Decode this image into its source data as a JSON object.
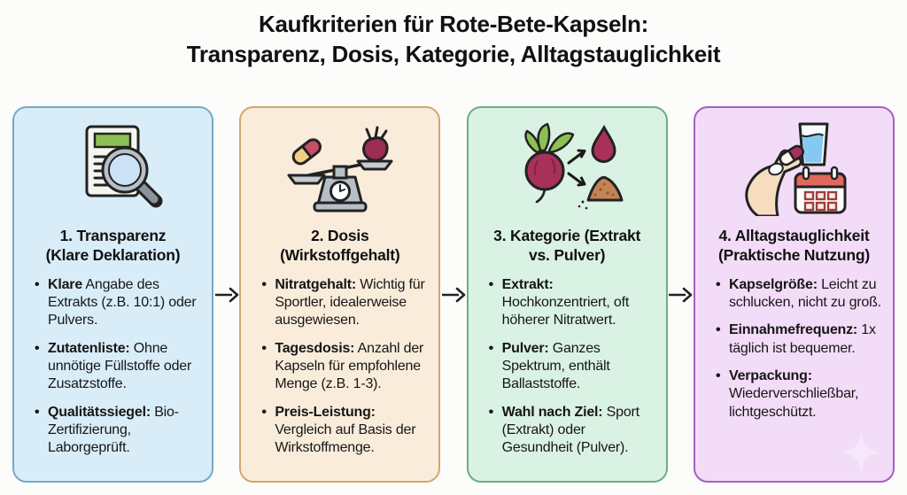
{
  "page": {
    "background": "#fcfcfa",
    "arrow_color": "#222222"
  },
  "title": {
    "line1": "Kaufkriterien für Rote-Bete-Kapseln:",
    "line2": "Transparenz, Dosis, Kategorie, Alltagstauglichkeit"
  },
  "cards": [
    {
      "icon": "document-magnifier-icon",
      "title_line1": "1. Transparenz",
      "title_line2": "(Klare Deklaration)",
      "bullets": [
        {
          "bold": "Klare",
          "text": " Angabe des Extrakts (z.B. 10:1) oder Pulvers."
        },
        {
          "bold": "Zutatenliste:",
          "text": " Ohne unnötige Füllstoffe oder Zusatzstoffe."
        },
        {
          "bold": "Qualitätssiegel:",
          "text": " Bio-Zertifizierung, Laborgeprüft."
        }
      ],
      "colors": {
        "bg": "#d9edf8",
        "border": "#73aac5"
      }
    },
    {
      "icon": "scale-capsule-beet-icon",
      "title_line1": "2. Dosis",
      "title_line2": "(Wirkstoffgehalt)",
      "bullets": [
        {
          "bold": "Nitratgehalt:",
          "text": " Wichtig für Sportler, idealerweise ausgewiesen."
        },
        {
          "bold": "Tagesdosis:",
          "text": " Anzahl der Kapseln für empfohlene Menge (z.B. 1-3)."
        },
        {
          "bold": "Preis-Leistung:",
          "text": " Vergleich auf Basis der Wirkstoffmenge."
        }
      ],
      "colors": {
        "bg": "#faecdb",
        "border": "#d4a671"
      }
    },
    {
      "icon": "beet-extract-powder-icon",
      "title_line1": "3. Kategorie (Extrakt",
      "title_line2": "vs. Pulver)",
      "bullets": [
        {
          "bold": "Extrakt:",
          "text": " Hochkonzentriert, oft höherer Nitratwert."
        },
        {
          "bold": "Pulver:",
          "text": " Ganzes Spektrum, enthält Ballaststoffe."
        },
        {
          "bold": "Wahl nach Ziel:",
          "text": " Sport (Extrakt) oder Gesundheit (Pulver)."
        }
      ],
      "colors": {
        "bg": "#daf2e3",
        "border": "#6fac85"
      }
    },
    {
      "icon": "hand-capsule-water-calendar-icon",
      "title_line1": "4. Alltagstauglichkeit",
      "title_line2": "(Praktische Nutzung)",
      "bullets": [
        {
          "bold": "Kapselgröße:",
          "text": " Leicht zu schlucken, nicht zu groß."
        },
        {
          "bold": "Einnahmefrequenz:",
          "text": " 1x täglich ist bequemer."
        },
        {
          "bold": "Verpackung:",
          "text": " Wiederverschließbar, lichtgeschützt."
        }
      ],
      "colors": {
        "bg": "#f3dcf7",
        "border": "#a55fc1"
      }
    }
  ]
}
